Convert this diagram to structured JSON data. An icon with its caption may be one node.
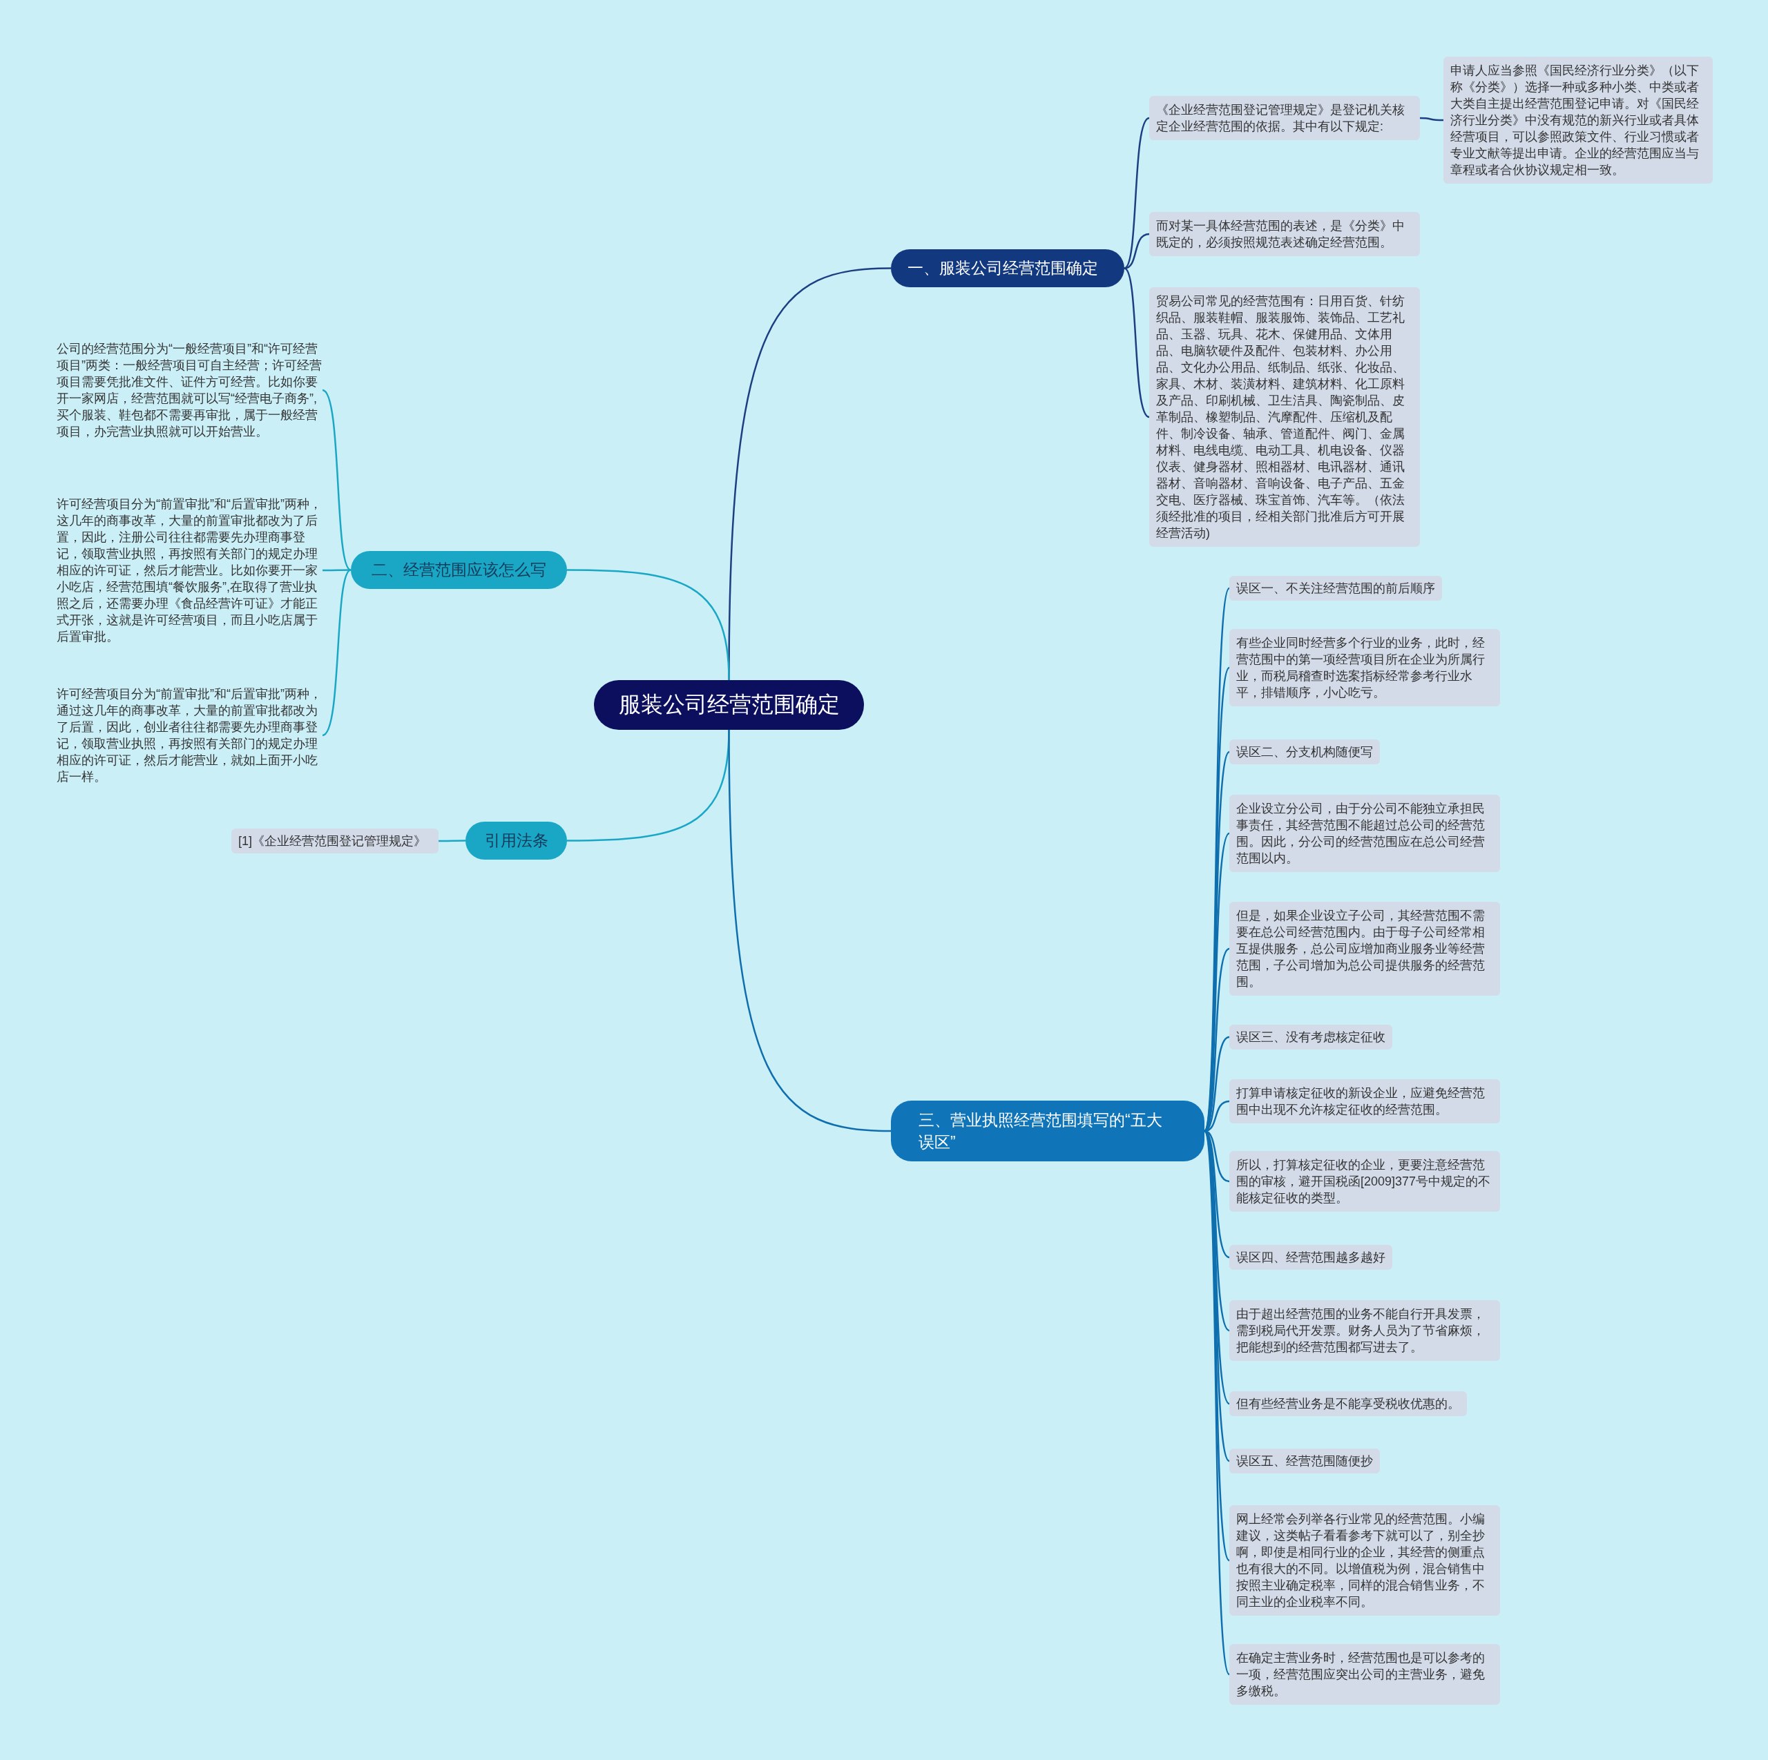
{
  "diagram": {
    "nodes": [
      {
        "text": [
          "服装公司经营范围确定"
        ]
      },
      {
        "text": [
          "一、服装公司经营范围确定"
        ]
      },
      {
        "text": [
          "《企业经营范围登记管理规定》是登记机关核定企业经营范围的依据。其中有以下规定:"
        ]
      },
      {
        "text": [
          "申请人应当参照《国民经济行业分类》（以下称《分类》）选择一种或多种小类、中类或者大类自主提出经营范围登记申请。对《国民经济行业分类》中没有规范的新兴行业或者具体经营项目，可以参照政策文件、行业习惯或者专业文献等提出申请。企业的经营范围应当与章程或者合伙协议规定相一致。"
        ]
      },
      {
        "text": [
          "而对某一具体经营范围的表述，是《分类》中既定的，必须按照规范表述确定经营范围。"
        ]
      },
      {
        "text": [
          "贸易公司常见的经营范围有：日用百货、针纺织品、服装鞋帽、服装服饰、装饰品、工艺礼品、玉器、玩具、花木、保健用品、文体用品、电脑软硬件及配件、包装材料、办公用品、文化办公用品、纸制品、纸张、化妆品、家具、木材、装潢材料、建筑材料、化工原料及产品、印刷机械、卫生洁具、陶瓷制品、皮革制品、橡塑制品、汽摩配件、压缩机及配件、制冷设备、轴承、管道配件、阀门、金属材料、电线电缆、电动工具、机电设备、仪器仪表、健身器材、照相器材、电讯器材、通讯器材、音响器材、音响设备、电子产品、五金交电、医疗器械、珠宝首饰、汽车等。（依法须经批准的项目，经相关部门批准后方可开展经营活动)"
        ]
      },
      {
        "text": [
          "二、经营范围应该怎么写"
        ]
      },
      {
        "text": [
          "公司的经营范围分为“一般经营项目”和“许可经营项目”两类：一般经营项目可自主经营；许可经营项目需要凭批准文件、证件方可经营。比如你要开一家网店，经营范围就可以写“经营电子商务”,买个服装、鞋包都不需要再审批，属于一般经营项目，办完营业执照就可以开始营业。"
        ]
      },
      {
        "text": [
          "许可经营项目分为“前置审批”和“后置审批”两种，这几年的商事改革，大量的前置审批都改为了后置，因此，注册公司往往都需要先办理商事登记，领取营业执照，再按照有关部门的规定办理相应的许可证，然后才能营业。比如你要开一家小吃店，经营范围填“餐饮服务”,在取得了营业执照之后，还需要办理《食品经营许可证》才能正式开张，这就是许可经营项目，而且小吃店属于后置审批。"
        ]
      },
      {
        "text": [
          "许可经营项目分为“前置审批”和“后置审批”两种，通过这几年的商事改革，大量的前置审批都改为了后置，因此，创业者往往都需要先办理商事登记，领取营业执照，再按照有关部门的规定办理相应的许可证，然后才能营业，就如上面开小吃店一样。"
        ]
      },
      {
        "text": [
          "引用法条"
        ]
      },
      {
        "text": [
          "[1]《企业经营范围登记管理规定》"
        ]
      },
      {
        "text": [
          "三、营业执照经营范围填写的“五大误区”"
        ]
      },
      {
        "text": [
          "误区一、不关注经营范围的前后顺序"
        ]
      },
      {
        "text": [
          "有些企业同时经营多个行业的业务，此时，经营范围中的第一项经营项目所在企业为所属行业，而税局稽查时选案指标经常参考行业水平，排错顺序，小心吃亏。"
        ]
      },
      {
        "text": [
          "误区二、分支机构随便写"
        ]
      },
      {
        "text": [
          "企业设立分公司，由于分公司不能独立承担民事责任，其经营范围不能超过总公司的经营范围。因此，分公司的经营范围应在总公司经营范围以内。"
        ]
      },
      {
        "text": [
          "但是，如果企业设立子公司，其经营范围不需要在总公司经营范围内。由于母子公司经常相互提供服务，总公司应增加商业服务业等经营范围，子公司增加为总公司提供服务的经营范围。"
        ]
      },
      {
        "text": [
          "误区三、没有考虑核定征收"
        ]
      },
      {
        "text": [
          "打算申请核定征收的新设企业，应避免经营范围中出现不允许核定征收的经营范围。"
        ]
      },
      {
        "text": [
          "所以，打算核定征收的企业，更要注意经营范围的审核，避开国税函[2009]377号中规定的不能核定征收的类型。"
        ]
      },
      {
        "text": [
          "误区四、经营范围越多越好"
        ]
      },
      {
        "text": [
          "由于超出经营范围的业务不能自行开具发票，需到税局代开发票。财务人员为了节省麻烦，把能想到的经营范围都写进去了。"
        ]
      },
      {
        "text": [
          "但有些经营业务是不能享受税收优惠的。"
        ]
      },
      {
        "text": [
          "误区五、经营范围随便抄"
        ]
      },
      {
        "text": [
          "网上经常会列举各行业常见的经营范围。小编建议，这类帖子看看参考下就可以了，别全抄啊，即使是相同行业的企业，其经营的侧重点也有很大的不同。以增值税为例，混合销售中按照主业确定税率，同样的混合销售业务，不同主业的企业税率不同。"
        ]
      },
      {
        "text": [
          "在确定主营业务时，经营范围也是可以参考的一项，经营范围应突出公司的主营业务，避免多缴税。"
        ]
      }
    ],
    "edges": [
      {
        "from": 0,
        "to": 1,
        "arrow": "none",
        "color": "#1c3f82"
      },
      {
        "from": 1,
        "to": 2,
        "arrow": "none",
        "color": "#1c3f82"
      },
      {
        "from": 2,
        "to": 3,
        "arrow": "none",
        "color": "#1c3f82"
      },
      {
        "from": 1,
        "to": 4,
        "arrow": "none",
        "color": "#1c3f82"
      },
      {
        "from": 1,
        "to": 5,
        "arrow": "none",
        "color": "#1c3f82"
      },
      {
        "from": 0,
        "to": 6,
        "arrow": "none",
        "color": "#1aa7c6"
      },
      {
        "from": 6,
        "to": 7,
        "arrow": "none",
        "color": "#1aa7c6"
      },
      {
        "from": 6,
        "to": 8,
        "arrow": "none",
        "color": "#1aa7c6"
      },
      {
        "from": 6,
        "to": 9,
        "arrow": "none",
        "color": "#1aa7c6"
      },
      {
        "from": 0,
        "to": 10,
        "arrow": "none",
        "color": "#1aa7c6"
      },
      {
        "from": 10,
        "to": 11,
        "arrow": "none",
        "color": "#1aa7c6"
      },
      {
        "from": 0,
        "to": 12,
        "arrow": "none"
      },
      {
        "from": 12,
        "to": 13,
        "arrow": "none"
      },
      {
        "from": 12,
        "to": 14,
        "arrow": "none"
      },
      {
        "from": 12,
        "to": 15,
        "arrow": "none"
      },
      {
        "from": 12,
        "to": 16,
        "arrow": "none"
      },
      {
        "from": 12,
        "to": 17,
        "arrow": "none"
      },
      {
        "from": 12,
        "to": 18,
        "arrow": "none"
      },
      {
        "from": 12,
        "to": 19,
        "arrow": "none"
      },
      {
        "from": 12,
        "to": 20,
        "arrow": "none"
      },
      {
        "from": 12,
        "to": 21,
        "arrow": "none"
      },
      {
        "from": 12,
        "to": 22,
        "arrow": "none"
      },
      {
        "from": 12,
        "to": 23,
        "arrow": "none"
      },
      {
        "from": 12,
        "to": 24,
        "arrow": "none"
      },
      {
        "from": 12,
        "to": 25,
        "arrow": "none"
      },
      {
        "from": 12,
        "to": 26,
        "arrow": "none"
      }
    ]
  }
}
